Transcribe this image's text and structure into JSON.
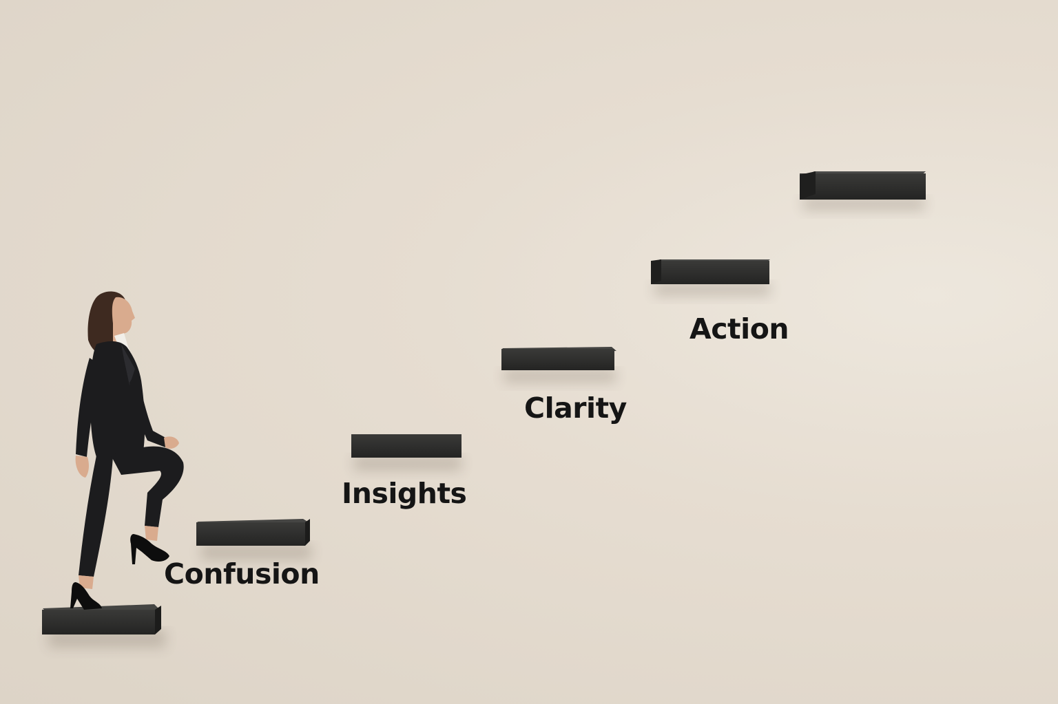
{
  "labels": {
    "confusion": "Confusion",
    "insights": "Insights",
    "clarity": "Clarity",
    "action": "Action"
  },
  "colors": {
    "wall": "#e6ddd1",
    "step_face": "#2b2b2a",
    "step_top": "#3a3a38",
    "suit": "#1c1c1e",
    "hair": "#3e2a20",
    "skin": "#d9ab8e",
    "label_text": "#151515"
  }
}
